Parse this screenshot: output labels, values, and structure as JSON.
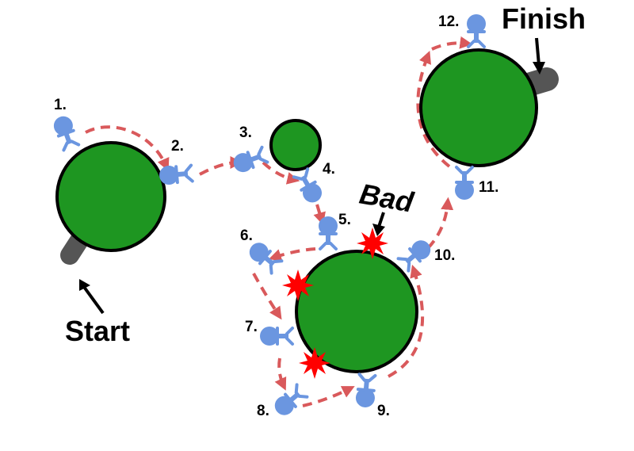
{
  "labels": {
    "start": "Start",
    "finish": "Finish",
    "bad": "Bad"
  },
  "steps": [
    "1.",
    "2.",
    "3.",
    "4.",
    "5.",
    "6.",
    "7.",
    "8.",
    "9.",
    "10.",
    "11.",
    "12."
  ],
  "colors": {
    "planet": "#1e9621",
    "outline": "#000000",
    "figure": "#6b96e0",
    "path": "#d9595b",
    "spike": "#ff0000",
    "peg": "#555555"
  }
}
